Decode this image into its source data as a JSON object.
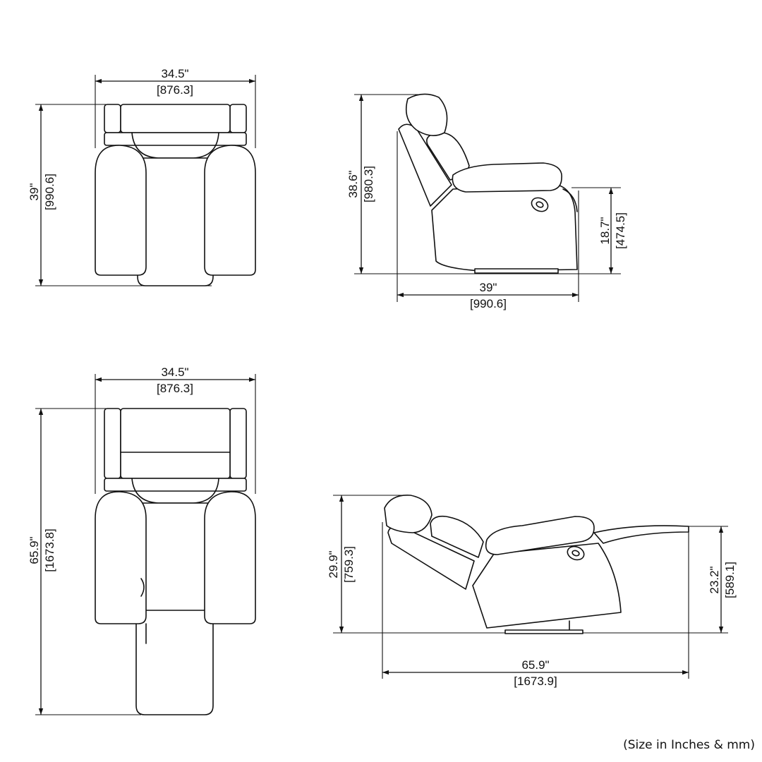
{
  "views": {
    "top_upright": {
      "width_in": "34.5\"",
      "width_mm": "[876.3]",
      "depth_in": "39\"",
      "depth_mm": "[990.6]"
    },
    "side_upright": {
      "height_in": "38.6\"",
      "height_mm": "[980.3]",
      "seat_in": "18.7\"",
      "seat_mm": "[474.5]",
      "depth_in": "39\"",
      "depth_mm": "[990.6]"
    },
    "top_reclined": {
      "width_in": "34.5\"",
      "width_mm": "[876.3]",
      "depth_in": "65.9\"",
      "depth_mm": "[1673.8]"
    },
    "side_reclined": {
      "height_in": "29.9\"",
      "height_mm": "[759.3]",
      "foot_in": "23.2\"",
      "foot_mm": "[589.1]",
      "depth_in": "65.9\"",
      "depth_mm": "[1673.9]"
    }
  },
  "note": "(Size in Inches & mm)"
}
